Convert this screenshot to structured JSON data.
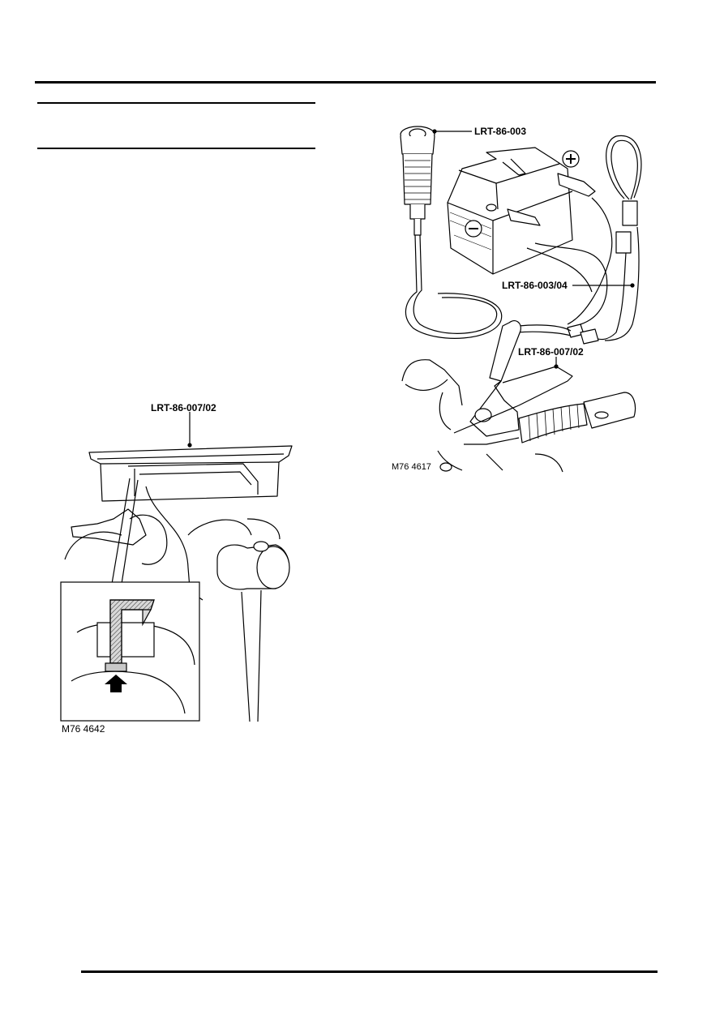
{
  "page": {
    "header_rule": "",
    "section_rules": ""
  },
  "figure_left": {
    "callout_tool": "LRT-86-007/02",
    "figure_code": "M76 4642"
  },
  "figure_right": {
    "callout_lead": "LRT-86-003",
    "callout_harness": "LRT-86-003/04",
    "callout_tool": "LRT-86-007/02",
    "battery_positive_symbol": "+",
    "battery_negative_symbol": "−",
    "figure_code": "M76 4617"
  }
}
